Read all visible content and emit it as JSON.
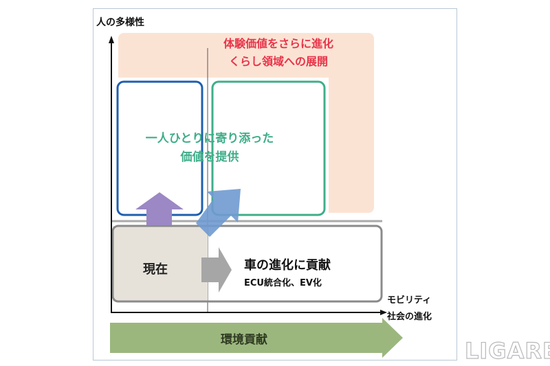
{
  "axes": {
    "y_label": "人の多様性",
    "x_label_line1": "モビリティ",
    "x_label_line2": "社会の進化"
  },
  "future": {
    "line1": "体験価値をさらに進化",
    "line2": "くらし領域への展開"
  },
  "personal": {
    "line1": "一人ひとりに寄り添った",
    "line2": "価値を提供"
  },
  "current": {
    "label": "現在",
    "title": "車の進化に貢献",
    "subtitle": "ECU統合化、EV化"
  },
  "environment": {
    "label": "環境貢献"
  },
  "watermark": "LIGARE",
  "colors": {
    "red": "#e8344a",
    "green": "#3fae8a",
    "peach": "#fbe3d4",
    "blue_box": "#1f5fb0",
    "green_box": "#3fae8a",
    "env_arrow": "#9cb77e",
    "purple": "#9b88c4",
    "blue_arrow": "#6f9ad0"
  }
}
